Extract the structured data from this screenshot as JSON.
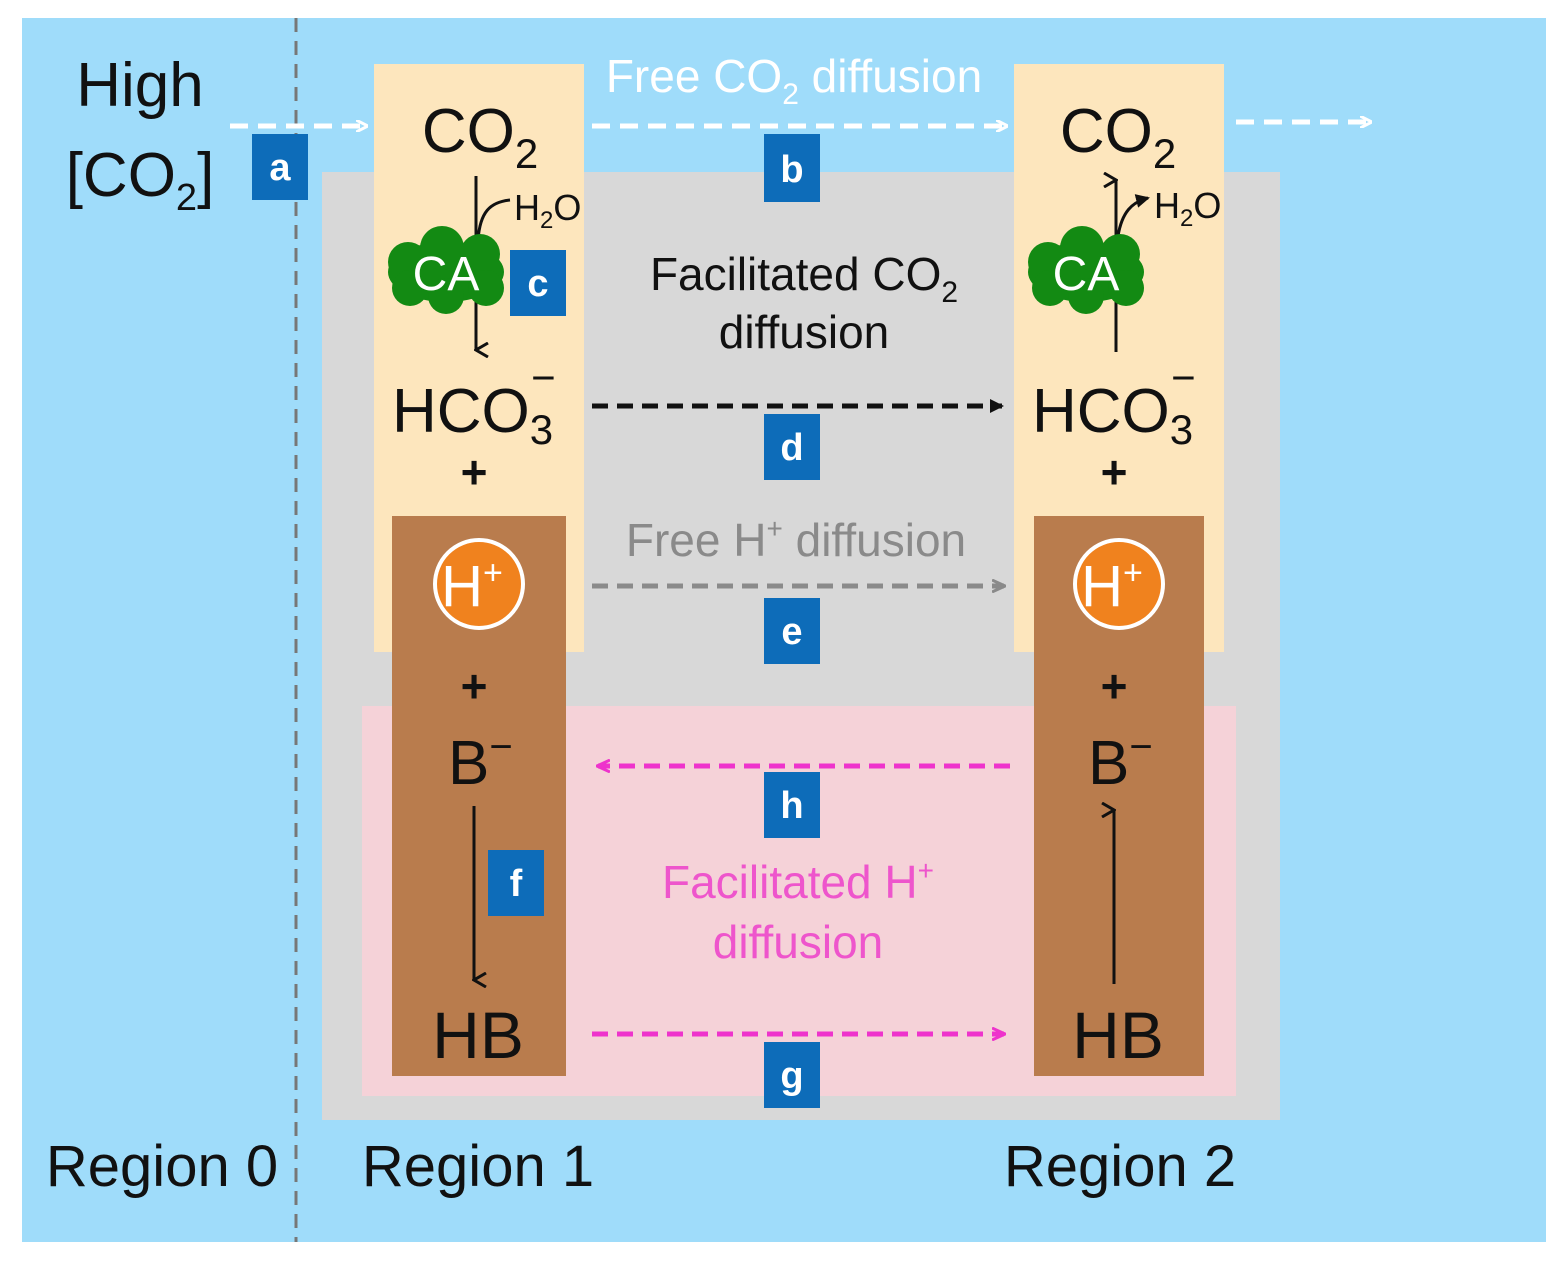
{
  "colors": {
    "background": "#9fdcfa",
    "gray_panel": "#d8d8d8",
    "yellow_column": "#fde6bd",
    "brown_column": "#b97c4d",
    "pink_panel": "#f5d2d8",
    "badge": "#0d6cb9",
    "ca_green": "#138a13",
    "proton_orange": "#f0821e",
    "white_arrow": "#ffffff",
    "black_arrow": "#111111",
    "gray_arrow": "#8a8a8a",
    "magenta_arrow": "#ee33cc"
  },
  "left_label": {
    "line1": "High",
    "line2": "[CO",
    "sub": "2",
    "close": "]"
  },
  "regions": {
    "r0": "Region 0",
    "r1": "Region 1",
    "r2": "Region 2"
  },
  "species": {
    "co2": "CO",
    "co2_sub": "2",
    "hco3": "HCO",
    "hco3_sub": "3",
    "hco3_sup": "−",
    "plus": "+",
    "b_minus": "B",
    "b_minus_sup": "−",
    "hb": "HB",
    "h2o": "H",
    "h2o_sub": "2",
    "h2o_end": "O",
    "ca": "CA",
    "h_plus": "H",
    "h_plus_sup": "+"
  },
  "flux_labels": {
    "free_co2": {
      "pre": "Free CO",
      "sub": "2",
      "post": " diffusion"
    },
    "facilitated_co2": {
      "pre": "Facilitated CO",
      "sub": "2",
      "line2": "diffusion"
    },
    "free_h": {
      "pre": "Free H",
      "sup": "+",
      "post": " diffusion"
    },
    "facilitated_h": {
      "pre": "Facilitated H",
      "sup": "+",
      "line2": "diffusion"
    }
  },
  "badges": [
    "a",
    "b",
    "c",
    "d",
    "e",
    "f",
    "g",
    "h"
  ],
  "icons": {
    "ca": "carbonic-anhydrase-cloud-icon",
    "proton": "proton-circle-icon"
  }
}
